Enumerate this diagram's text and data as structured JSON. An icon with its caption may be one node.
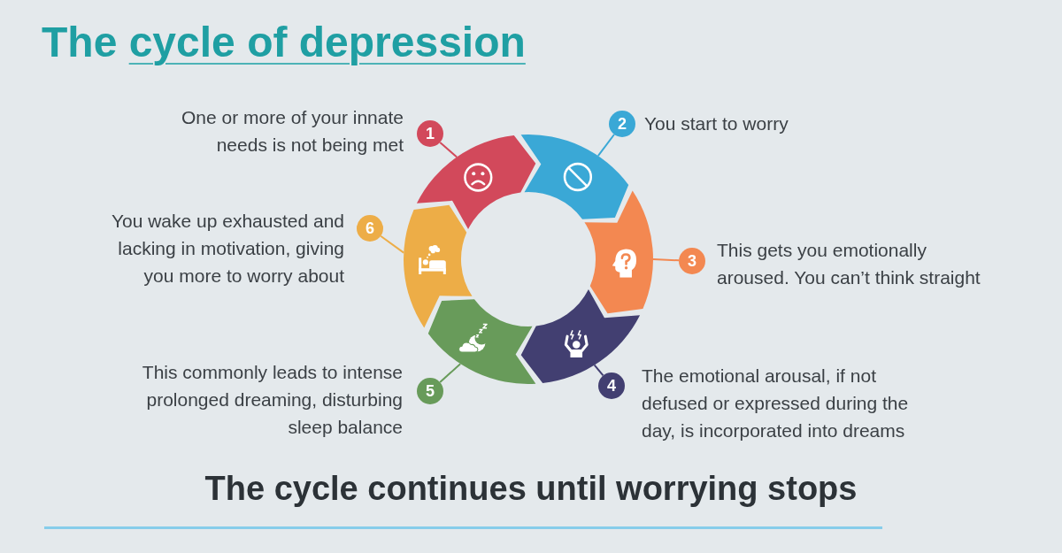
{
  "diagram": {
    "title": "The cycle of depression",
    "nodes": [
      {
        "text": [
          "1"
        ],
        "beside": [
          "One or more of your innate needs is not being met"
        ]
      },
      {
        "text": [
          "2"
        ],
        "beside": [
          "You start to worry"
        ]
      },
      {
        "text": [
          "3"
        ],
        "beside": [
          "This gets you emotionally aroused. You can’t think straight"
        ]
      },
      {
        "text": [
          "4"
        ]
      },
      {
        "text": [
          "5"
        ],
        "beside": [
          "This commonly leads to intense prolonged dreaming, disturbing sleep balance"
        ]
      },
      {
        "text": [
          "6"
        ],
        "beside": [
          "You wake up exhausted and lacking in motivation, giving you more to worry about"
        ]
      },
      {
        "text": [],
        "shape": "arrow"
      },
      {
        "text": [],
        "shape": "arrow"
      },
      {
        "text": [],
        "shape": "arrow"
      },
      {
        "text": [],
        "shape": "arrow",
        "beside": [
          "The emotional arousal, if not defused or expressed during the day, is incorporated into dreams"
        ]
      },
      {
        "text": [],
        "shape": "arrow"
      },
      {
        "text": [],
        "shape": "arrow"
      }
    ],
    "edges": [
      {
        "from": 0,
        "to": 6,
        "arrow": "none",
        "color": "#d2495b"
      },
      {
        "from": 1,
        "to": 7,
        "arrow": "none",
        "color": "#3aa8d6"
      },
      {
        "from": 2,
        "to": 8,
        "arrow": "none",
        "color": "#f38851"
      },
      {
        "from": 3,
        "to": 9,
        "arrow": "none",
        "color": "#423f71"
      },
      {
        "from": 4,
        "to": 10,
        "arrow": "none",
        "color": "#689b5a"
      },
      {
        "from": 5,
        "to": 11,
        "arrow": "none",
        "color": "#edad47"
      }
    ],
    "caption": "The cycle continues until worrying stops"
  }
}
